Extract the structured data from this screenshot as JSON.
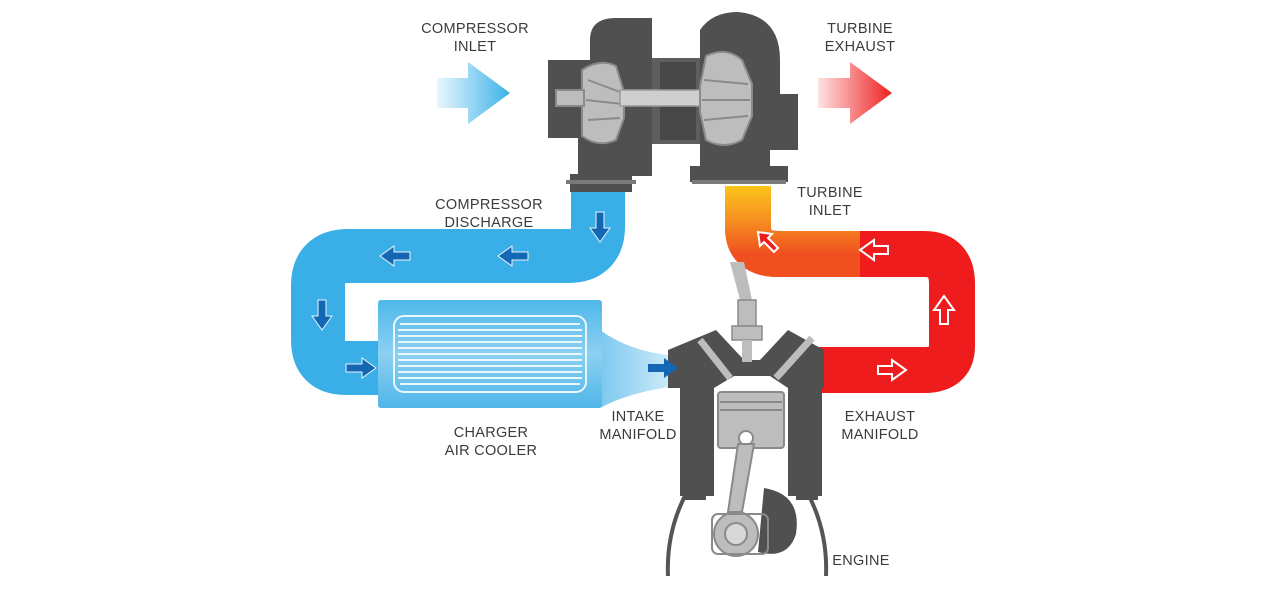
{
  "labels": {
    "compressor_inlet": [
      "COMPRESSOR",
      "INLET"
    ],
    "turbine_exhaust": [
      "TURBINE",
      "EXHAUST"
    ],
    "compressor_discharge": [
      "COMPRESSOR",
      "DISCHARGE"
    ],
    "turbine_inlet": [
      "TURBINE",
      "INLET"
    ],
    "charger_air_cooler": [
      "CHARGER",
      "AIR COOLER"
    ],
    "intake_manifold": [
      "INTAKE",
      "MANIFOLD"
    ],
    "exhaust_manifold": [
      "EXHAUST",
      "MANIFOLD"
    ],
    "engine": [
      "ENGINE"
    ]
  },
  "colors": {
    "cold_air": "#3aaee6",
    "cold_air_light": "#bfe6f7",
    "cold_arrow": "#1467b3",
    "hot_exhaust": "#ee1b1b",
    "warm_exhaust": "#f7a21b",
    "metal_dark": "#505050",
    "metal_light": "#bdbdbd"
  },
  "icons": {
    "flow_arrow": "arrow-icon",
    "inlet_arrow": "big-arrow-icon"
  }
}
